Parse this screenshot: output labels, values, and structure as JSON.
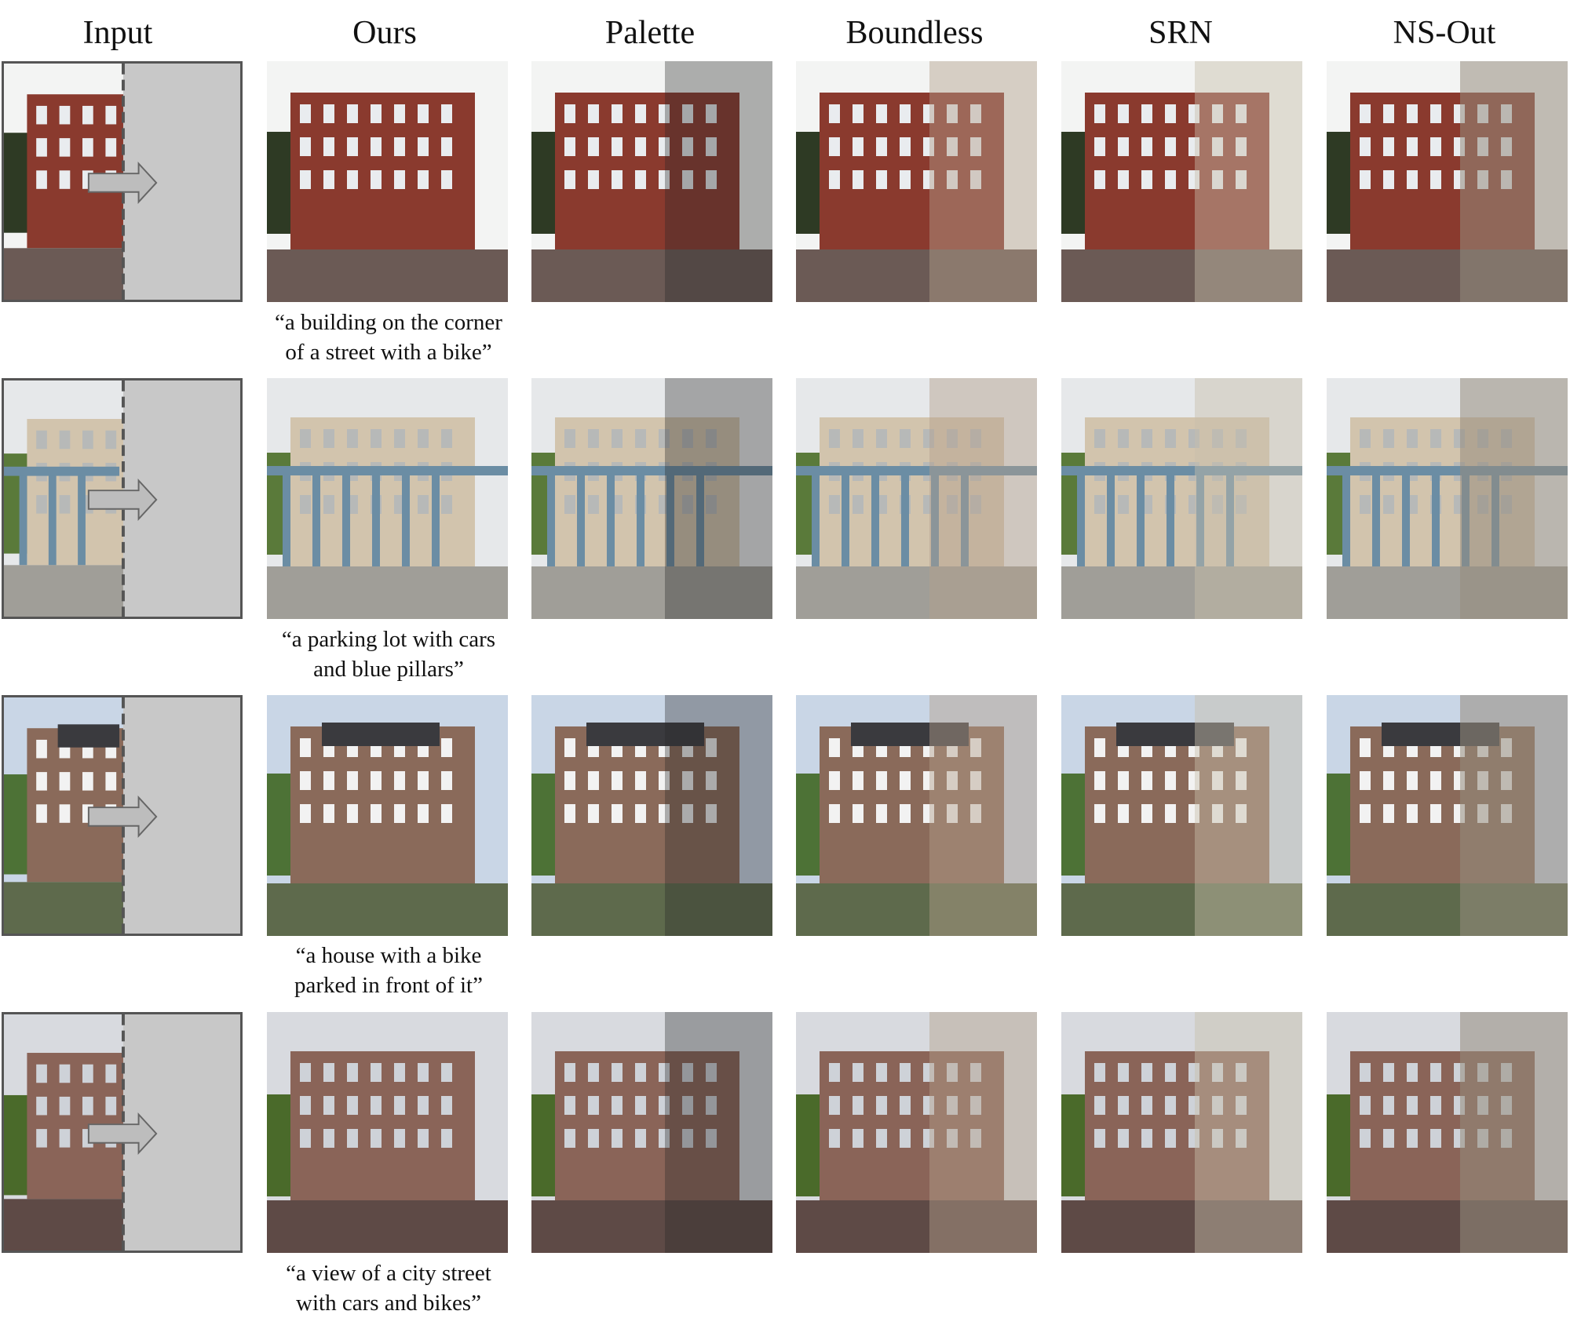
{
  "columns": [
    "Input",
    "Ours",
    "Palette",
    "Boundless",
    "SRN",
    "NS-Out"
  ],
  "rows": [
    {
      "caption_line1": "“a building on the corner",
      "caption_line2": "of a street with a bike”",
      "palette": {
        "sky": "#f3f4f3",
        "wall": "#8a3a2e",
        "window": "#e9ecef",
        "ground": "#6b5a55",
        "tree": "#2e3a24"
      }
    },
    {
      "caption_line1": "“a parking lot with cars",
      "caption_line2": "and blue pillars”",
      "palette": {
        "sky": "#e6e8ea",
        "wall": "#d2c4ad",
        "window": "#b7b9b8",
        "ground": "#a09e98",
        "tree": "#5a7a3a",
        "pillar": "#6b8da4"
      }
    },
    {
      "caption_line1": "“a house with a bike",
      "caption_line2": "parked in front of it”",
      "palette": {
        "sky": "#c9d6e6",
        "wall": "#8a6a5a",
        "window": "#f2f2f2",
        "ground": "#5e6a4c",
        "tree": "#4d7236",
        "roof": "#3a3a3e"
      }
    },
    {
      "caption_line1": "“a view of a city street",
      "caption_line2": "with cars and bikes”",
      "palette": {
        "sky": "#d8dadf",
        "wall": "#8a6458",
        "window": "#ced2d8",
        "ground": "#5e4a46",
        "tree": "#4a6a2a"
      }
    }
  ],
  "input_style": {
    "masked_fill": "#c8c8c8",
    "border": "#555555",
    "arrow_fill": "#bdbdbd",
    "arrow_stroke": "#666666"
  }
}
